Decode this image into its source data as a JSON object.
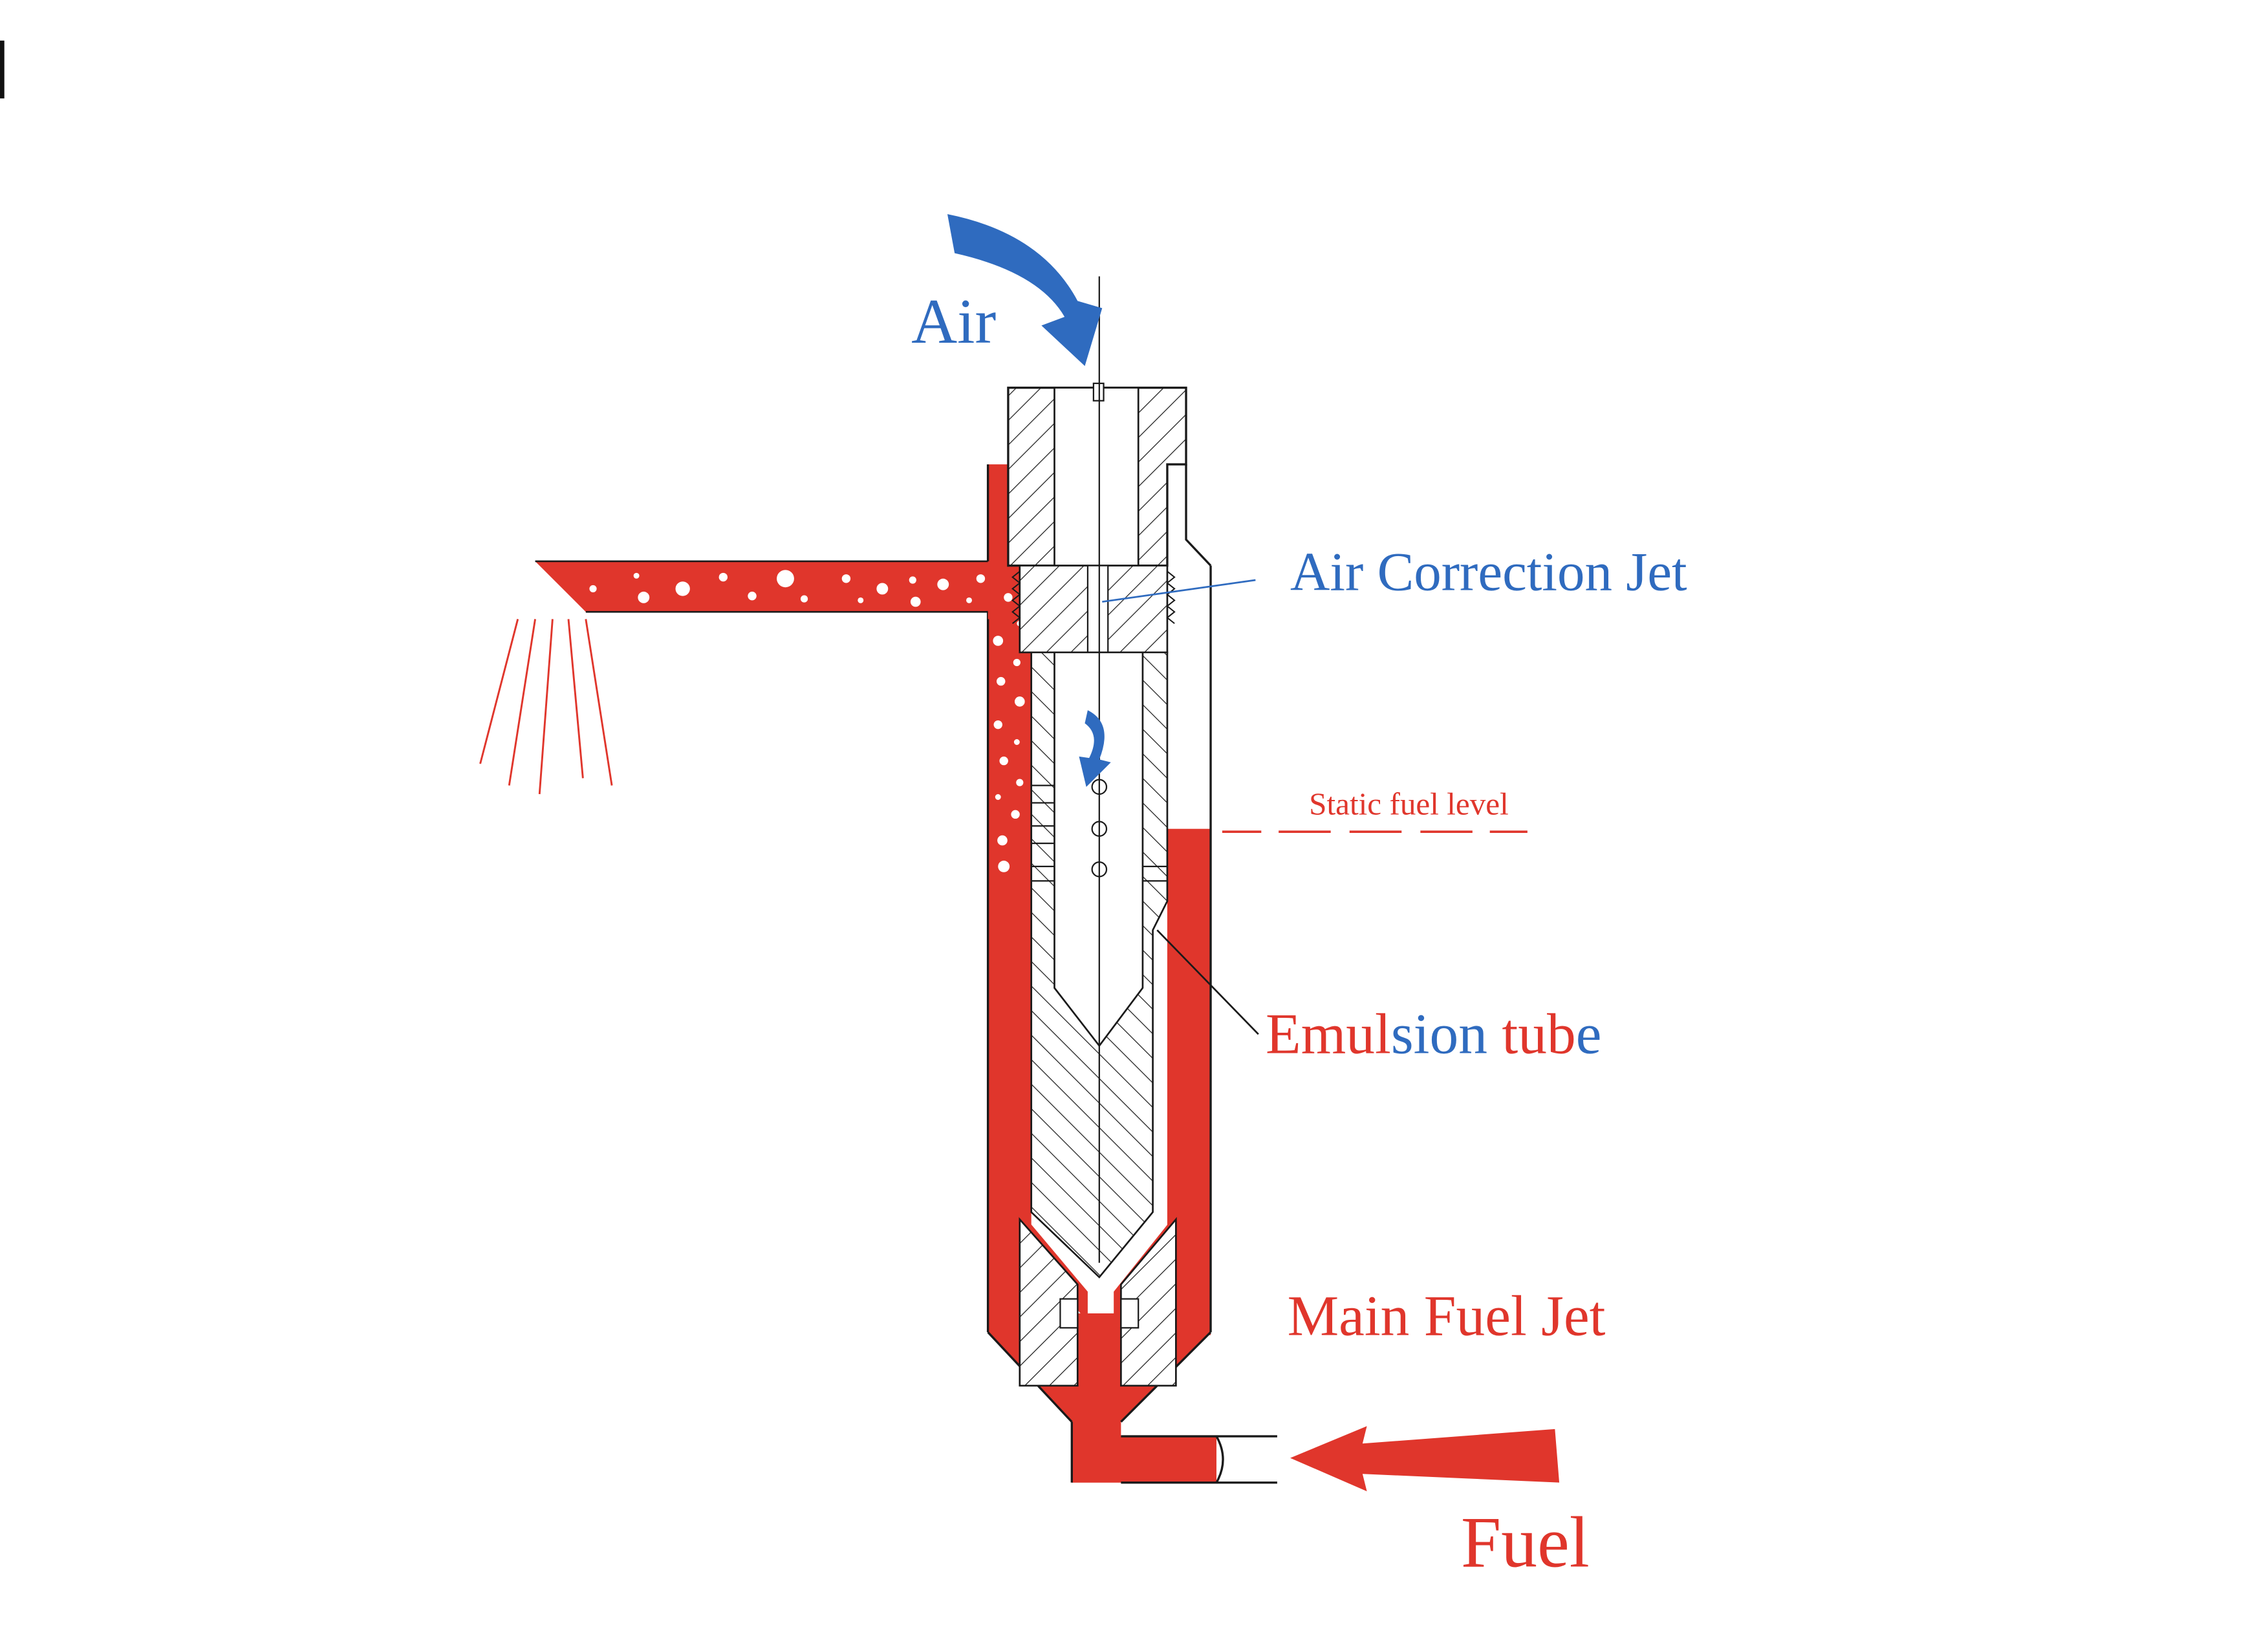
{
  "labels": {
    "air": "Air",
    "air_correction_jet": "Air Correction Jet",
    "static_fuel_level": "Static fuel level",
    "emulsion_tube_parts": [
      "E",
      "mul",
      "si",
      "on ",
      "tu",
      "b",
      "e"
    ],
    "main_fuel_jet": "Main Fuel Jet",
    "fuel": "Fuel"
  },
  "colors": {
    "fuel": "#e0362c",
    "air": "#2f6bbf",
    "line": "#1a1a1a"
  }
}
